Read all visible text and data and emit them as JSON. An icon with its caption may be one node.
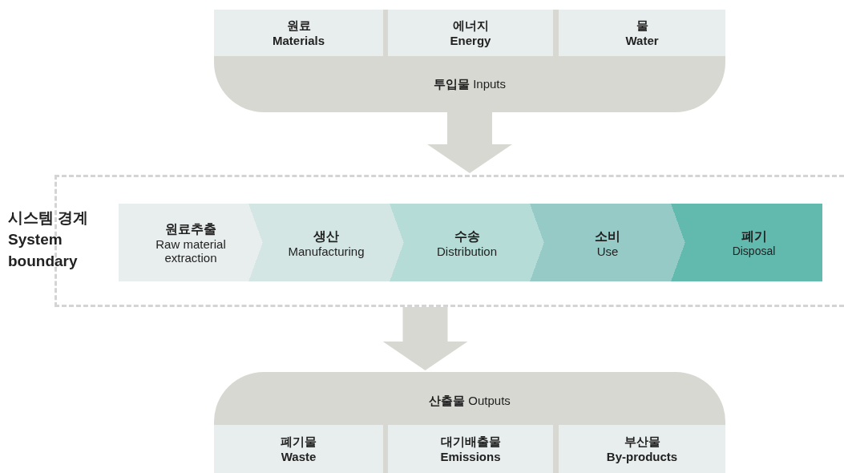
{
  "diagram": {
    "nodes": [
      {
        "text": [
          "**투입물** Inputs"
        ]
      },
      {
        "text": [
          "원료",
          "Materials"
        ],
        "in": 0
      },
      {
        "text": [
          "에너지",
          "Energy"
        ],
        "in": 0
      },
      {
        "text": [
          "물",
          "Water"
        ],
        "in": 0
      },
      {
        "text": [
          "시스템 경계 System boundary"
        ]
      },
      {
        "text": [
          "원료추출",
          "Raw material extraction"
        ],
        "in": 4
      },
      {
        "text": [
          "생산",
          "Manufacturing"
        ],
        "in": 4
      },
      {
        "text": [
          "수송",
          "Distribution"
        ],
        "in": 4
      },
      {
        "text": [
          "소비",
          "Use"
        ],
        "in": 4
      },
      {
        "text": [
          "폐기",
          "Disposal"
        ],
        "in": 4
      },
      {
        "text": [
          "**산출물** Outputs"
        ]
      },
      {
        "text": [
          "폐기물",
          "Waste"
        ],
        "in": 10
      },
      {
        "text": [
          "대기배출물",
          "Emissions"
        ],
        "in": 10
      },
      {
        "text": [
          "부산물",
          "By-products"
        ],
        "in": 10
      }
    ],
    "edges": [
      {
        "from": 0,
        "to": 4,
        "arrow": "to"
      },
      {
        "from": 4,
        "to": 10,
        "arrow": "to"
      }
    ]
  }
}
